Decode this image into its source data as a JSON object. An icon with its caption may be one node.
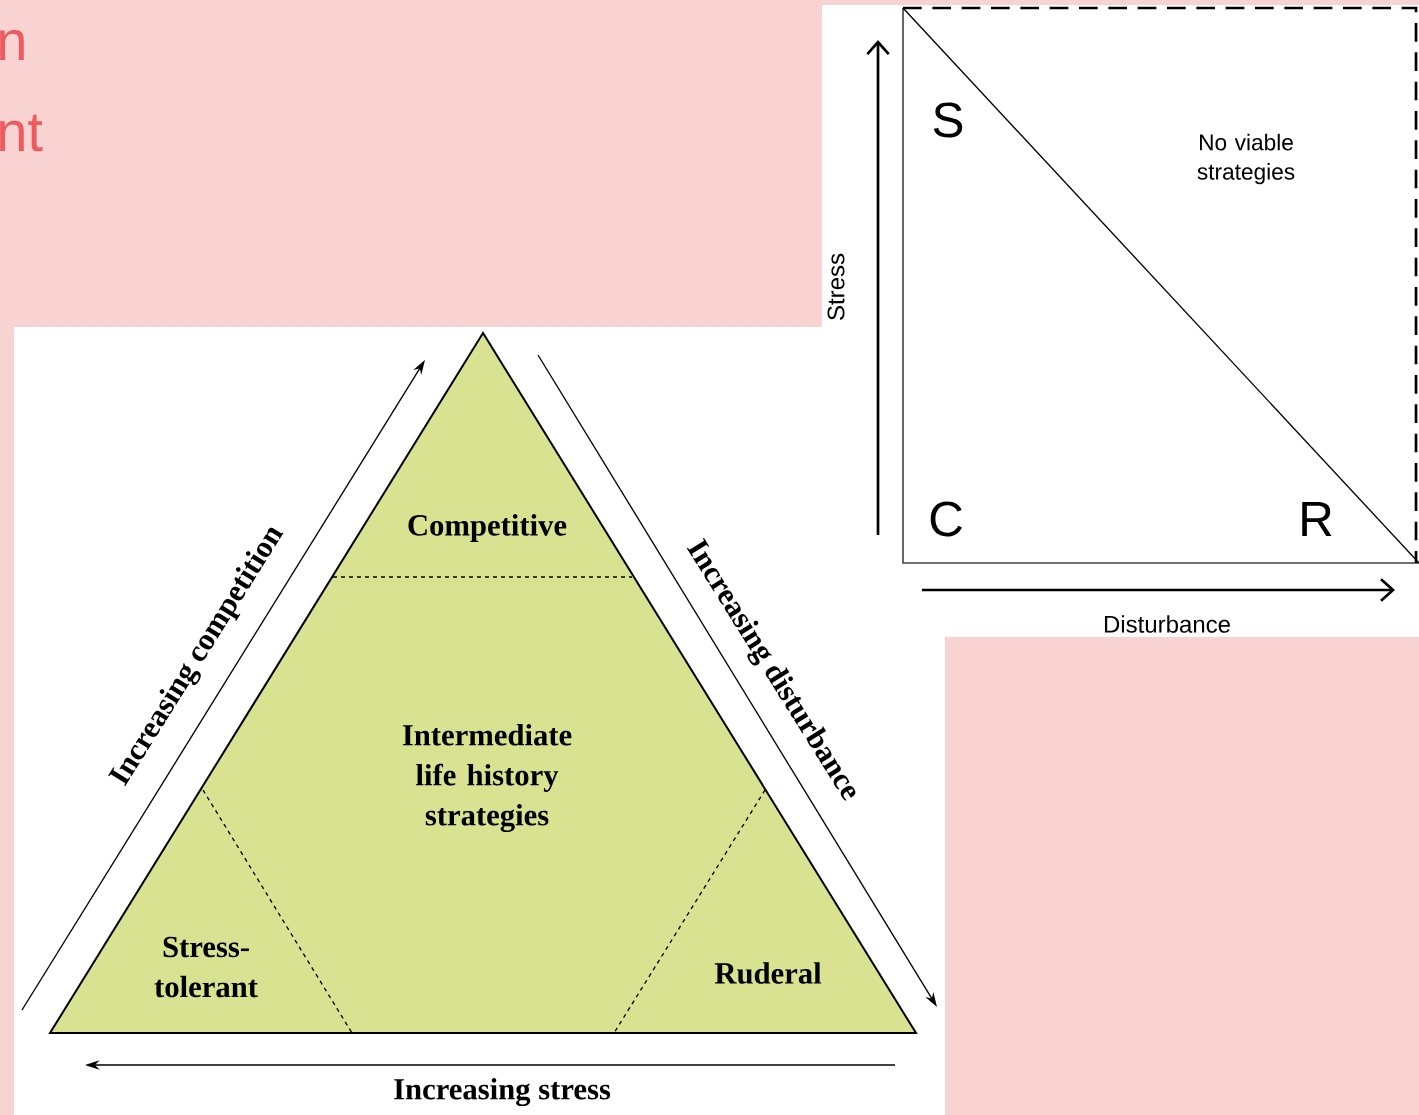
{
  "diagram": {
    "nodes": [
      {
        "text": [
          "Competitive"
        ]
      },
      {
        "text": [
          "Intermediate life history strategies"
        ]
      },
      {
        "text": [
          "Stress- tolerant"
        ]
      },
      {
        "text": [
          "Ruderal"
        ]
      }
    ],
    "labels": [
      "n",
      "nt",
      "Increasing competition",
      "Increasing disturbance",
      "Increasing stress",
      "S",
      "No viable strategies",
      "Stress",
      "C",
      "R",
      "Disturbance"
    ]
  }
}
